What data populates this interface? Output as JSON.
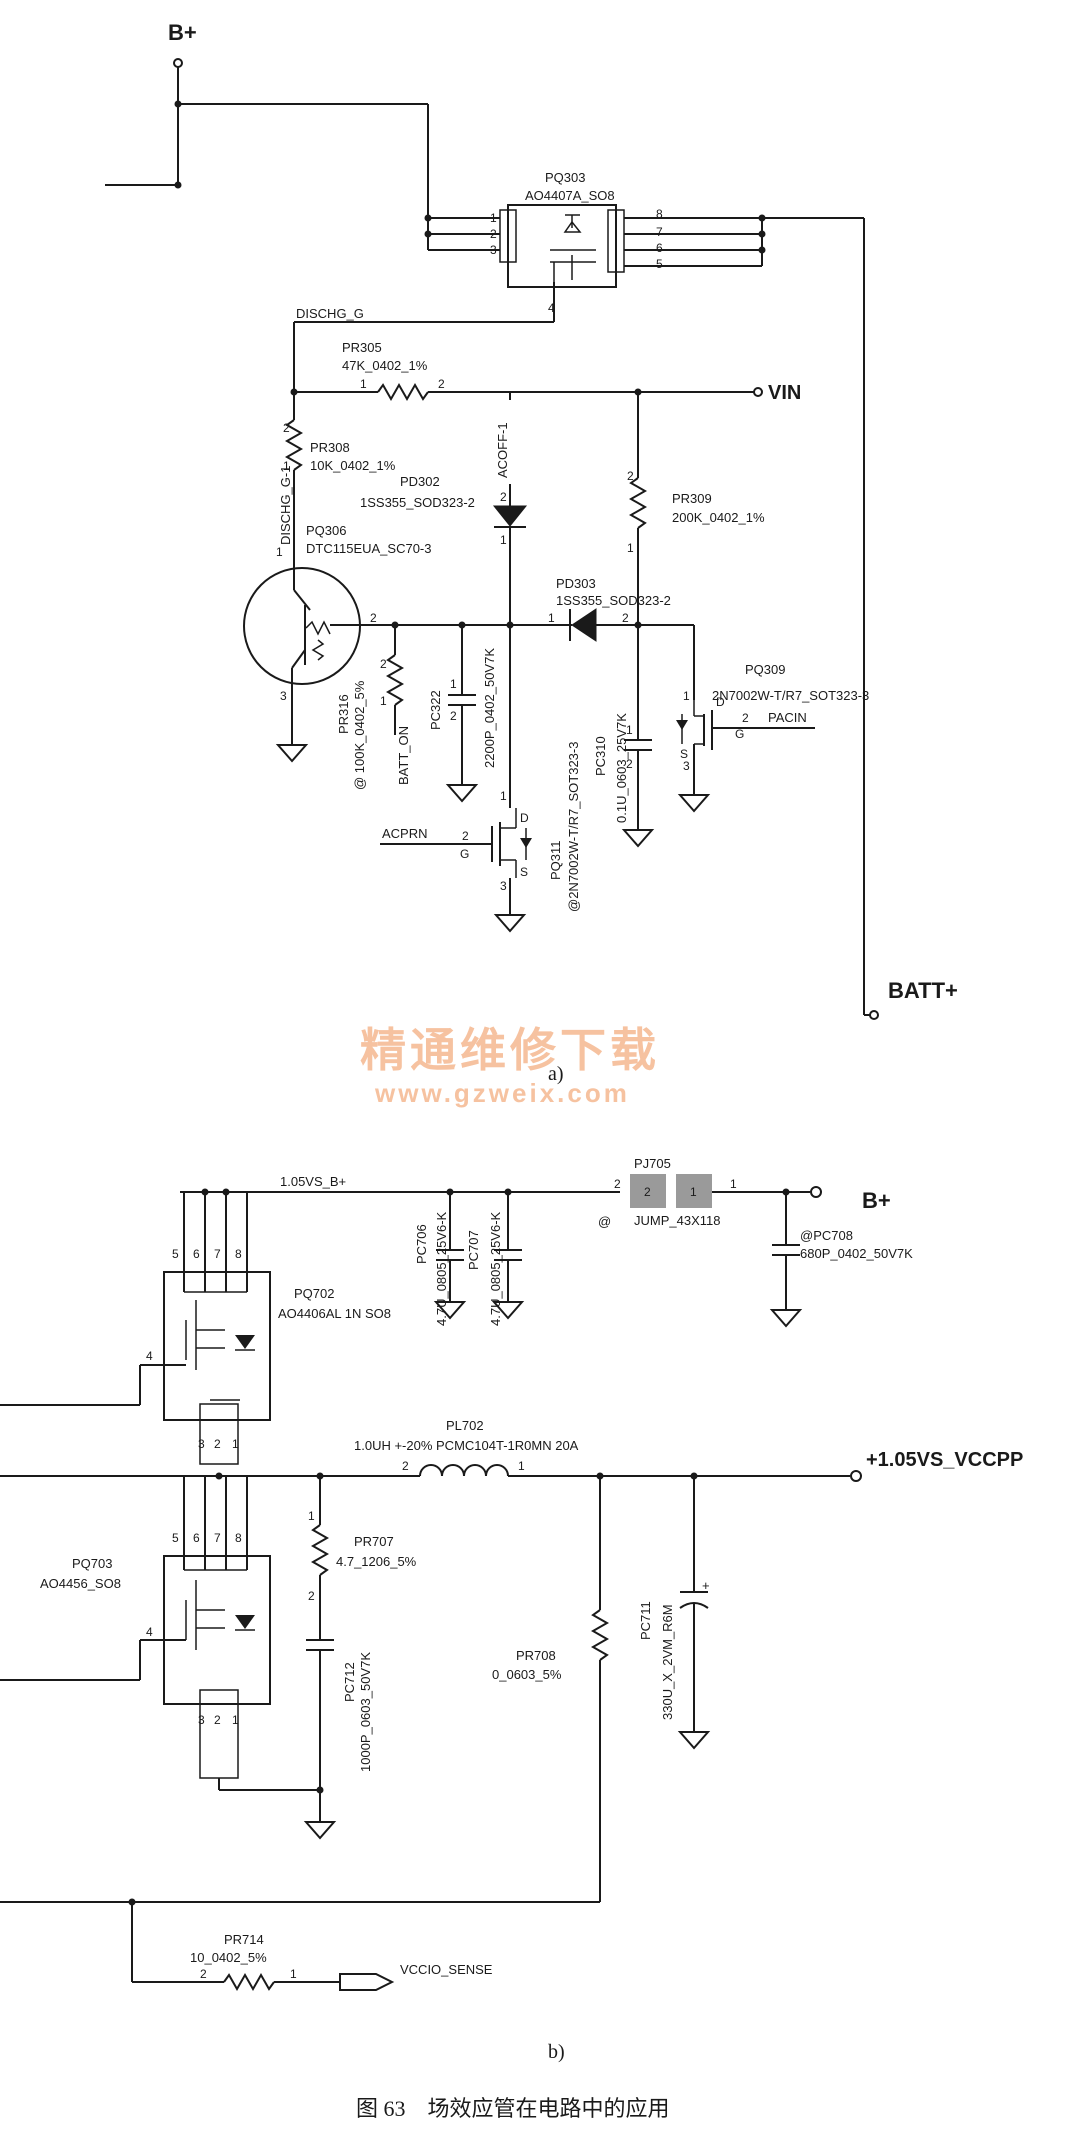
{
  "circuit_a": {
    "net_bplus": "B+",
    "pq303": {
      "ref": "PQ303",
      "part": "AO4407A_SO8",
      "pins": [
        "1",
        "2",
        "3",
        "4",
        "8",
        "7",
        "6",
        "5"
      ]
    },
    "net_dischg_g": "DISCHG_G",
    "pr305": {
      "ref": "PR305",
      "value": "47K_0402_1%",
      "pin1": "1",
      "pin2": "2"
    },
    "net_vin": "VIN",
    "net_acoff": "ACOFF-1",
    "pr308": {
      "ref": "PR308",
      "value": "10K_0402_1%",
      "pin2": "2",
      "pin1": "1"
    },
    "net_dischg_g1": "DISCHG_G-1",
    "pd302": {
      "ref": "PD302",
      "part": "1SS355_SOD323-2",
      "pin2": "2",
      "pin1": "1"
    },
    "pr309": {
      "ref": "PR309",
      "value": "200K_0402_1%",
      "pin2": "2",
      "pin1": "1"
    },
    "pq306": {
      "ref": "PQ306",
      "part": "DTC115EUA_SC70-3",
      "pin1": "1",
      "pin2": "2",
      "pin3": "3"
    },
    "pd303": {
      "ref": "PD303",
      "part": "1SS355_SOD323-2",
      "pin1": "1",
      "pin2": "2"
    },
    "pq309": {
      "ref": "PQ309",
      "part": "2N7002W-T/R7_SOT323-3",
      "pin_d": "D",
      "pin_g": "G",
      "pin_s": "S",
      "pin2": "2",
      "pin1": "1",
      "pin3": "3"
    },
    "net_pacin": "PACIN",
    "pr316": {
      "ref": "PR316",
      "value": "@ 100K_0402_5%",
      "pin2": "2",
      "pin1": "1"
    },
    "net_batt_on": "BATT_ON",
    "pc322": {
      "ref": "PC322",
      "value": "2200P_0402_50V7K",
      "pin1": "1",
      "pin2": "2"
    },
    "pc310": {
      "ref": "PC310",
      "value": "0.1U_0603_25V7K",
      "pin1": "1",
      "pin2": "2"
    },
    "pq311": {
      "ref": "PQ311",
      "part": "@2N7002W-T/R7_SOT323-3",
      "pin_d": "D",
      "pin_g": "G",
      "pin_s": "S",
      "pin1": "1",
      "pin2": "2",
      "pin3": "3"
    },
    "net_acprn": "ACPRN",
    "net_batt": "BATT+",
    "label": "a)"
  },
  "watermark": {
    "title": "精通维修下载",
    "url": "www.gzweix.com"
  },
  "circuit_b": {
    "net_105vs_b": "1.05VS_B+",
    "pj705": {
      "ref": "PJ705",
      "part": "JUMP_43X118",
      "at": "@",
      "pin2": "2",
      "pin1": "1"
    },
    "net_bplus": "B+",
    "pc706": {
      "ref": "PC706",
      "value": "4.7U_0805_25V6-K"
    },
    "pc707": {
      "ref": "PC707",
      "value": "4.7U_0805_25V6-K"
    },
    "pc708": {
      "ref": "@PC708",
      "value": "680P_0402_50V7K"
    },
    "pq702": {
      "ref": "PQ702",
      "part": "AO4406AL 1N SO8",
      "top_pins": [
        "5",
        "6",
        "7",
        "8"
      ],
      "gate_pin": "4",
      "bot_pins": [
        "3",
        "2",
        "1"
      ]
    },
    "pl702": {
      "ref": "PL702",
      "value": "1.0UH +-20% PCMC104T-1R0MN 20A",
      "pin2": "2",
      "pin1": "1"
    },
    "net_vccpp": "+1.05VS_VCCPP",
    "pr707": {
      "ref": "PR707",
      "value": "4.7_1206_5%",
      "pin1": "1",
      "pin2": "2"
    },
    "pq703": {
      "ref": "PQ703",
      "part": "AO4456_SO8",
      "top_pins": [
        "5",
        "6",
        "7",
        "8"
      ],
      "gate_pin": "4",
      "bot_pins": [
        "3",
        "2",
        "1"
      ]
    },
    "pc712": {
      "ref": "PC712",
      "value": "1000P_0603_50V7K"
    },
    "pr708": {
      "ref": "PR708",
      "value": "0_0603_5%"
    },
    "pc711": {
      "ref": "PC711",
      "value": "330U_X_2VM_R6M",
      "plus": "+"
    },
    "pr714": {
      "ref": "PR714",
      "value": "10_0402_5%",
      "pin2": "2",
      "pin1": "1"
    },
    "net_vccio_sense": "VCCIO_SENSE",
    "label": "b)"
  },
  "caption": "图 63　场效应管在电路中的应用"
}
